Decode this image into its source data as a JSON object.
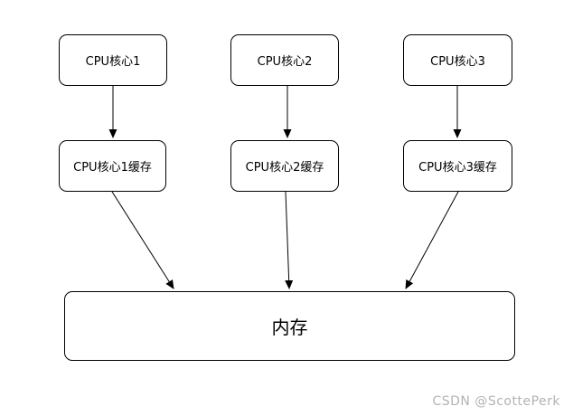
{
  "diagram": {
    "type": "flowchart",
    "nodes": {
      "cpu1": {
        "label": "CPU核心1"
      },
      "cpu2": {
        "label": "CPU核心2"
      },
      "cpu3": {
        "label": "CPU核心3"
      },
      "cache1": {
        "label": "CPU核心1缓存"
      },
      "cache2": {
        "label": "CPU核心2缓存"
      },
      "cache3": {
        "label": "CPU核心3缓存"
      },
      "memory": {
        "label": "内存"
      }
    },
    "edges": [
      {
        "from": "cpu1",
        "to": "cache1"
      },
      {
        "from": "cpu2",
        "to": "cache2"
      },
      {
        "from": "cpu3",
        "to": "cache3"
      },
      {
        "from": "cache1",
        "to": "memory"
      },
      {
        "from": "cache2",
        "to": "memory"
      },
      {
        "from": "cache3",
        "to": "memory"
      }
    ],
    "colors": {
      "background": "#ffffff",
      "node_border": "#000000",
      "node_fill": "#ffffff",
      "arrow": "#000000",
      "text": "#000000"
    }
  },
  "watermark": {
    "text": "CSDN @ScottePerk",
    "color": "#b3b3b3"
  }
}
